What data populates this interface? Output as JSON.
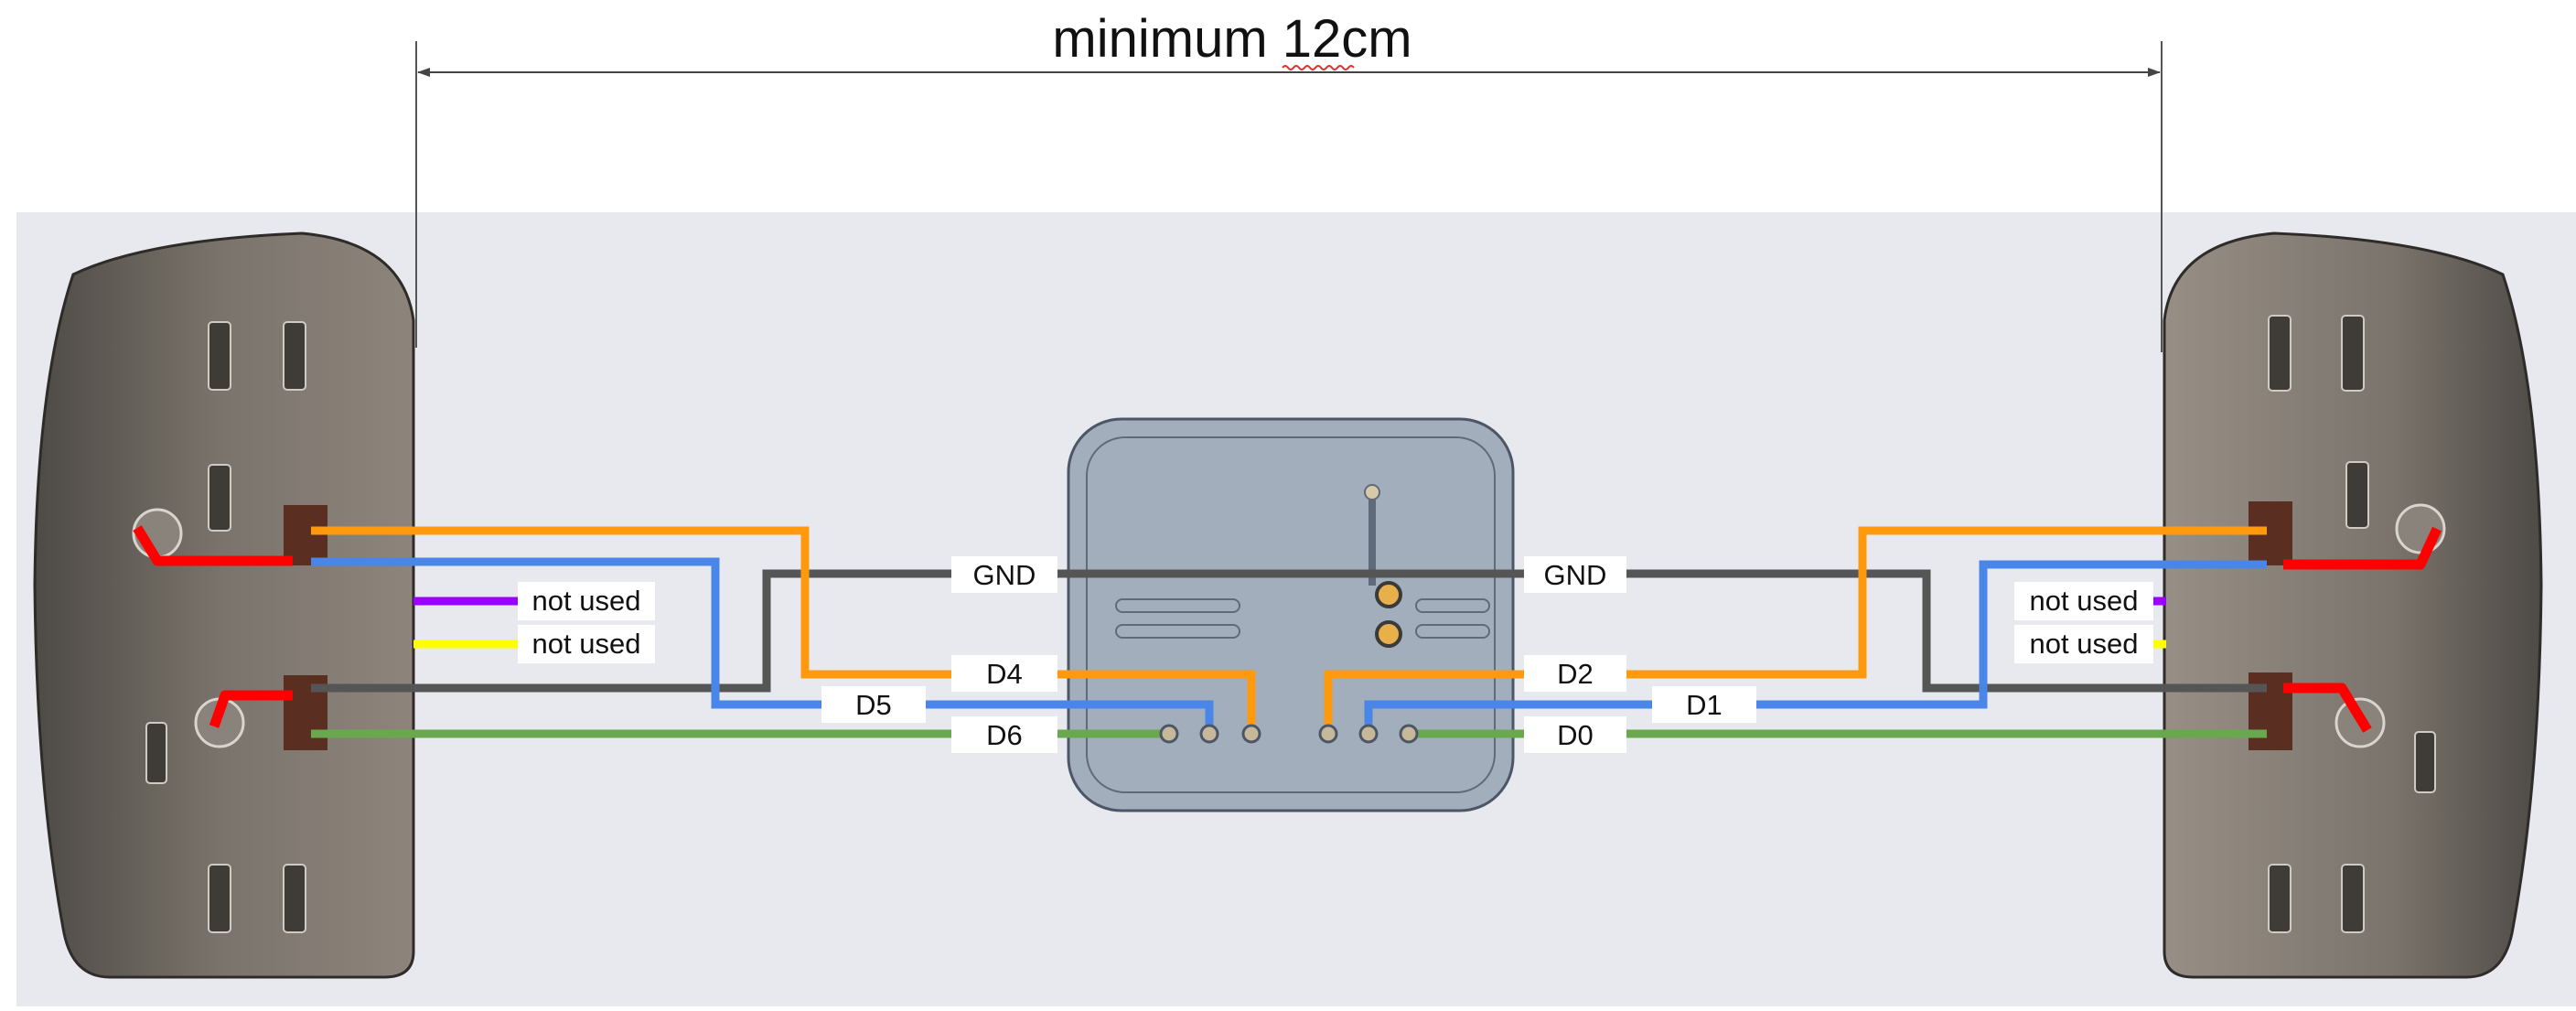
{
  "dimension": {
    "label": "minimum 12cm"
  },
  "wires": {
    "gnd_left": "GND",
    "gnd_right": "GND",
    "d4": "D4",
    "d5": "D5",
    "d6": "D6",
    "d2": "D2",
    "d1": "D1",
    "d0": "D0",
    "left_not_used_1": "not used",
    "left_not_used_2": "not used",
    "right_not_used_1": "not used",
    "right_not_used_2": "not used"
  },
  "colors": {
    "orange": "#ff9a0f",
    "blue": "#4a86e8",
    "gray": "#555555",
    "green": "#6aa84f",
    "purple": "#9900ff",
    "yellow": "#ffff00",
    "red": "#ff0000",
    "background_panel": "#e8e9ee",
    "controller_body": "#a3aebd"
  }
}
